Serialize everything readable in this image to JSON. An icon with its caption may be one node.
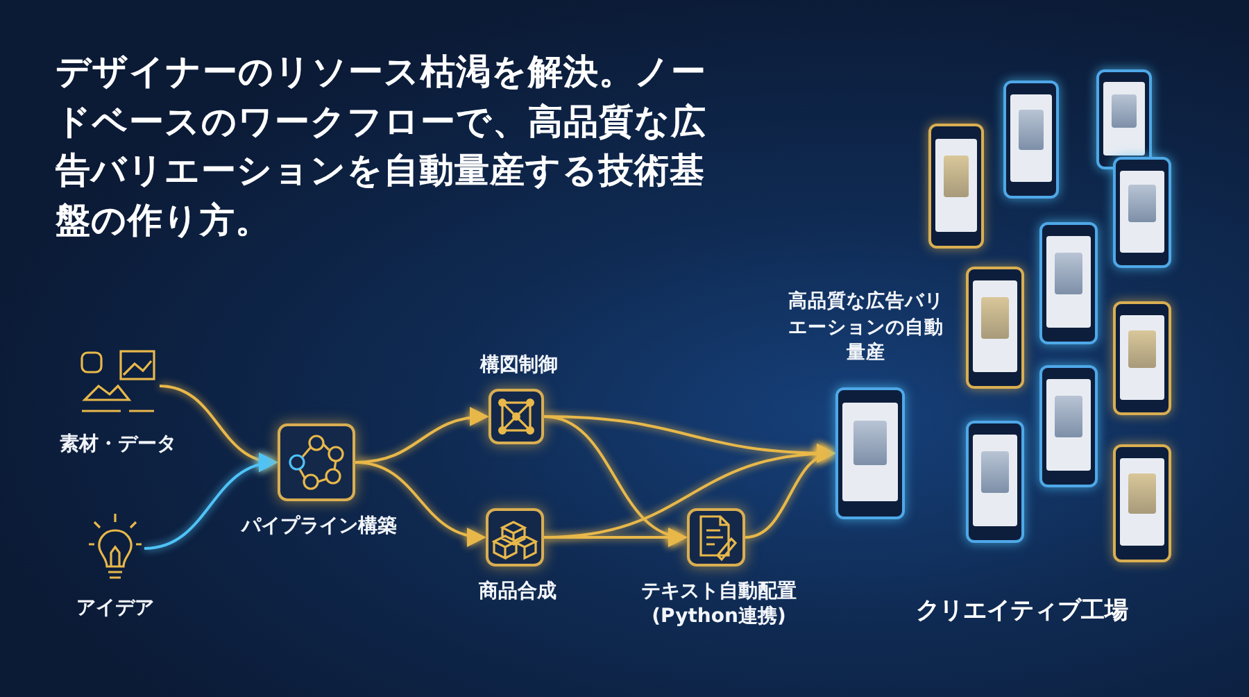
{
  "diagram": {
    "title": "デザイナーのリソース枯渇を解決。ノードベースのワークフローで、高品質な広告バリエーションを自動量産する技術基盤の作り方。",
    "nodes": [
      {
        "text": [
          "素材・データ"
        ]
      },
      {
        "text": [
          "アイデア"
        ]
      },
      {
        "text": [
          "パイプライン構築"
        ]
      },
      {
        "text": [
          "構図制御"
        ]
      },
      {
        "text": [
          "商品合成"
        ]
      },
      {
        "text": [
          "テキスト自動配置",
          "(Python連携)"
        ]
      },
      {
        "text": [
          "高品質な広告バリエーションの自動量産"
        ]
      },
      {
        "text": [],
        "shape": "picture"
      },
      {
        "text": [],
        "shape": "picture"
      },
      {
        "text": [],
        "shape": "picture"
      },
      {
        "text": [],
        "shape": "picture"
      },
      {
        "text": [],
        "shape": "picture"
      },
      {
        "text": [],
        "shape": "picture"
      },
      {
        "text": [],
        "shape": "picture"
      },
      {
        "text": [],
        "shape": "picture"
      },
      {
        "text": [],
        "shape": "picture"
      },
      {
        "text": [],
        "shape": "picture"
      }
    ],
    "edges": [
      {
        "from": 0,
        "to": 2,
        "arrow": "to"
      },
      {
        "from": 1,
        "to": 2,
        "arrow": "to",
        "color": "#4fc3f7"
      },
      {
        "from": 2,
        "to": 3,
        "arrow": "to"
      },
      {
        "from": 2,
        "to": 4,
        "arrow": "to"
      },
      {
        "from": 3,
        "to": 5,
        "arrow": "to"
      },
      {
        "from": 4,
        "to": 5,
        "arrow": "to"
      },
      {
        "from": 3,
        "to": 6,
        "arrow": "to"
      },
      {
        "from": 4,
        "to": 6,
        "arrow": "to"
      },
      {
        "from": 5,
        "to": 6,
        "arrow": "to"
      }
    ],
    "labels": [
      "クリエイティブ工場"
    ]
  }
}
